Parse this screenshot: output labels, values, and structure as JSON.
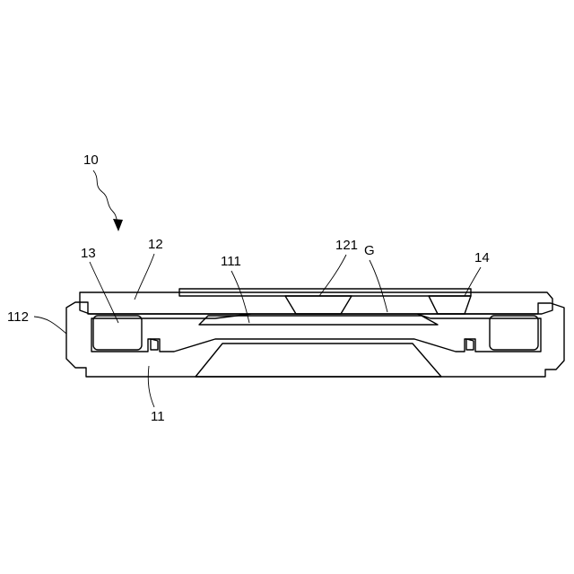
{
  "figure": {
    "labels": {
      "assembly": "10",
      "lid": "12",
      "seal": "13",
      "aperture": "121",
      "gap": "G",
      "component": "14",
      "wall": "112",
      "recess": "111",
      "base": "11"
    },
    "line_color": "#000000",
    "background_color": "#ffffff"
  }
}
